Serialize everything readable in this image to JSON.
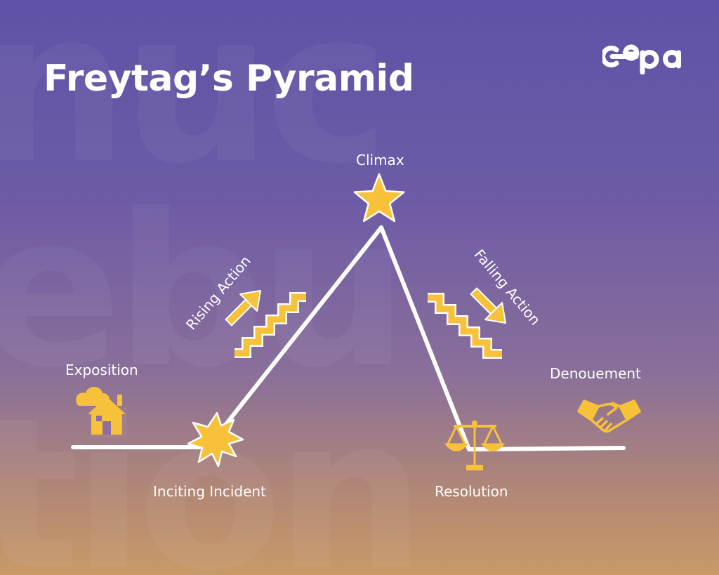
{
  "title": "Freytag’s Pyramid",
  "logo": {
    "text": "cepa"
  },
  "labels": {
    "climax": "Climax",
    "rising_action": "Rising Action",
    "falling_action": "Falling Action",
    "exposition": "Exposition",
    "denouement": "Denouement",
    "inciting_incident": "Inciting Incident",
    "resolution": "Resolution"
  },
  "icons": {
    "climax": "star-icon",
    "exposition": "house-icon",
    "inciting_incident": "burst-icon",
    "resolution": "balance-scale-icon",
    "denouement": "handshake-icon",
    "rising_action": "up-arrow-stairs-icon",
    "falling_action": "down-arrow-stairs-icon"
  },
  "colors": {
    "accent": "#f7c23a",
    "line": "#ffffff",
    "background_top": "#5f52a6",
    "background_bottom": "#c89a68"
  }
}
